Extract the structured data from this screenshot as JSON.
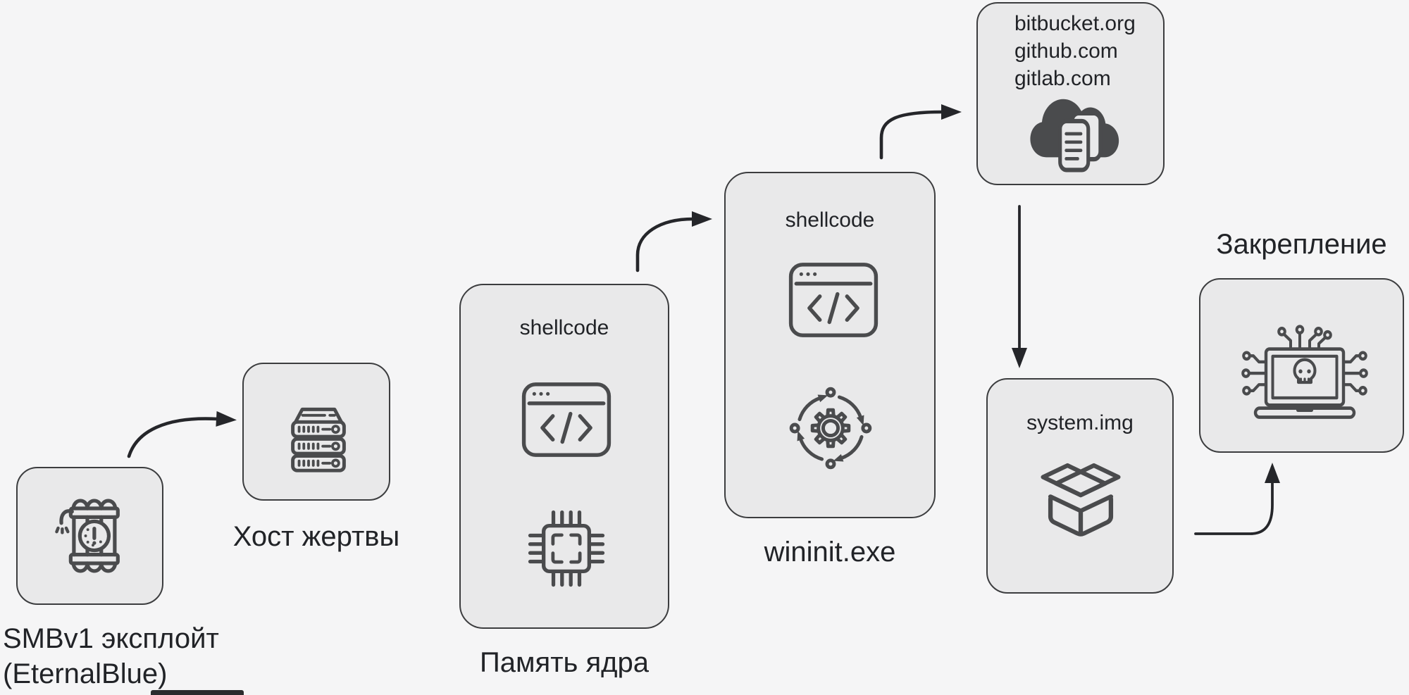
{
  "colors": {
    "bg": "#f5f5f6",
    "node_fill": "#e9e9ea",
    "node_border": "#3c3d3f",
    "text": "#212327",
    "icon": "#4a4b4d",
    "arrow": "#25262a",
    "artifact": "#2b2c2e"
  },
  "nodes": {
    "exploit": {
      "label_line1": "SMBv1 эксплойт",
      "label_line2": "(EternalBlue)",
      "icon": "time-bomb-icon"
    },
    "victim": {
      "label": "Хост жертвы",
      "icon": "server-rack-icon"
    },
    "kernel": {
      "text": "shellcode",
      "label": "Память ядра",
      "icons": [
        "code-window-icon",
        "cpu-chip-icon"
      ]
    },
    "wininit": {
      "text": "shellcode",
      "label": "wininit.exe",
      "icons": [
        "code-window-icon",
        "process-gear-icon"
      ]
    },
    "repos": {
      "lines": [
        "bitbucket.org",
        "github.com",
        "gitlab.com"
      ],
      "icon": "cloud-documents-icon"
    },
    "system_image": {
      "text": "system.img",
      "icon": "open-box-icon"
    },
    "persistence": {
      "label": "Закрепление",
      "icon": "hacked-laptop-icon"
    }
  }
}
